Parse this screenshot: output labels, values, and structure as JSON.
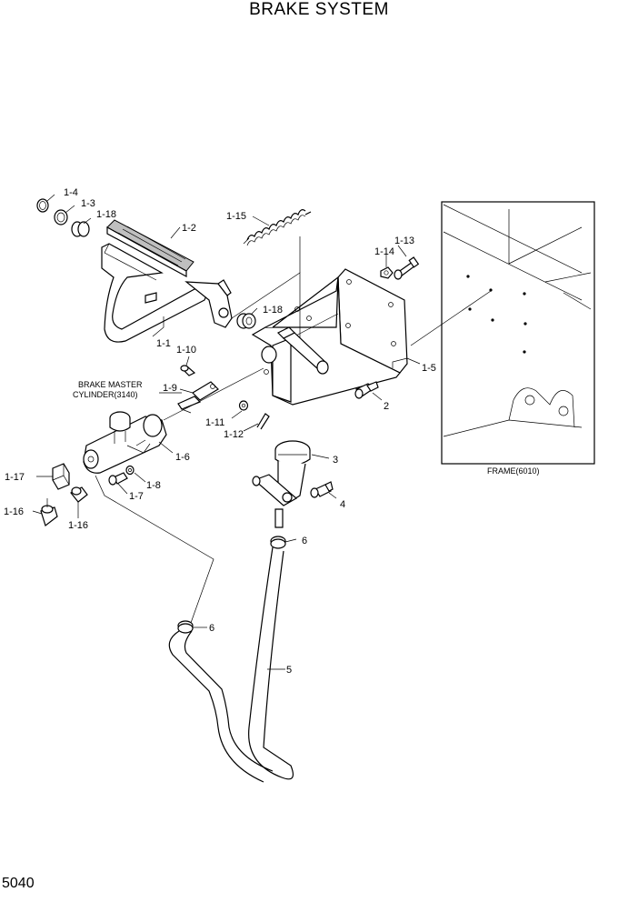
{
  "title": "BRAKE SYSTEM",
  "page_number": "5040",
  "callouts": {
    "c1_4": "1-4",
    "c1_3": "1-3",
    "c1_18a": "1-18",
    "c1_2": "1-2",
    "c1_15": "1-15",
    "c1_13": "1-13",
    "c1_14": "1-14",
    "c1_18b": "1-18",
    "c1_1": "1-1",
    "c1_10": "1-10",
    "c1_9": "1-9",
    "c1_5": "1-5",
    "c2": "2",
    "c1_11": "1-11",
    "c1_12": "1-12",
    "c1_6": "1-6",
    "c3": "3",
    "c1_17": "1-17",
    "c1_8": "1-8",
    "c1_7": "1-7",
    "c4": "4",
    "c1_16a": "1-16",
    "c1_16b": "1-16",
    "c6a": "6",
    "c6b": "6",
    "c5": "5"
  },
  "notes": {
    "master_line1": "BRAKE MASTER",
    "master_line2": "CYLINDER(3140)",
    "frame": "FRAME(6010)"
  }
}
